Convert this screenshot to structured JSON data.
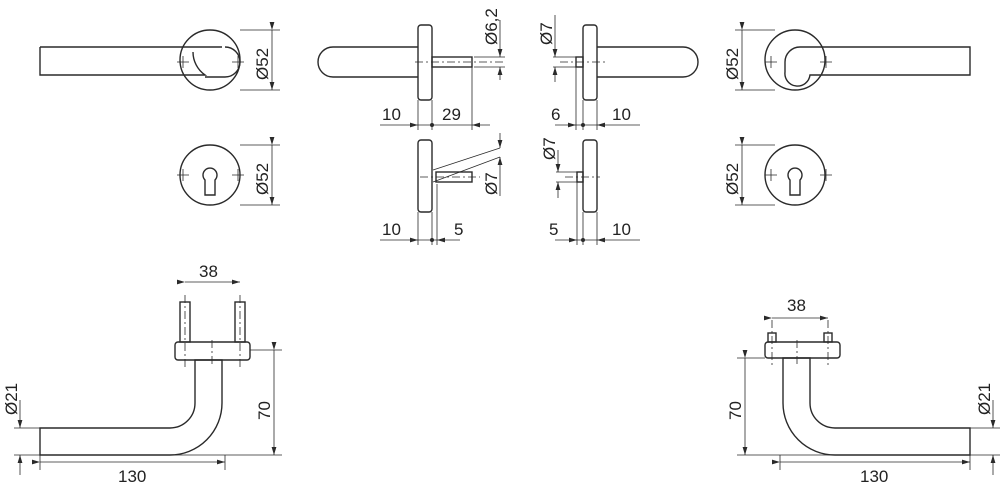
{
  "dimensions": {
    "rose_diameter": "Ø52",
    "spindle_diameter": "Ø6,2",
    "pin_diameter": "Ø7",
    "rose_thickness": "10",
    "spindle_length": "29",
    "pin_length_6": "6",
    "pin_length_5": "5",
    "pin_spacing": "38",
    "lever_diameter": "Ø21",
    "lever_height": "70",
    "lever_length": "130"
  }
}
